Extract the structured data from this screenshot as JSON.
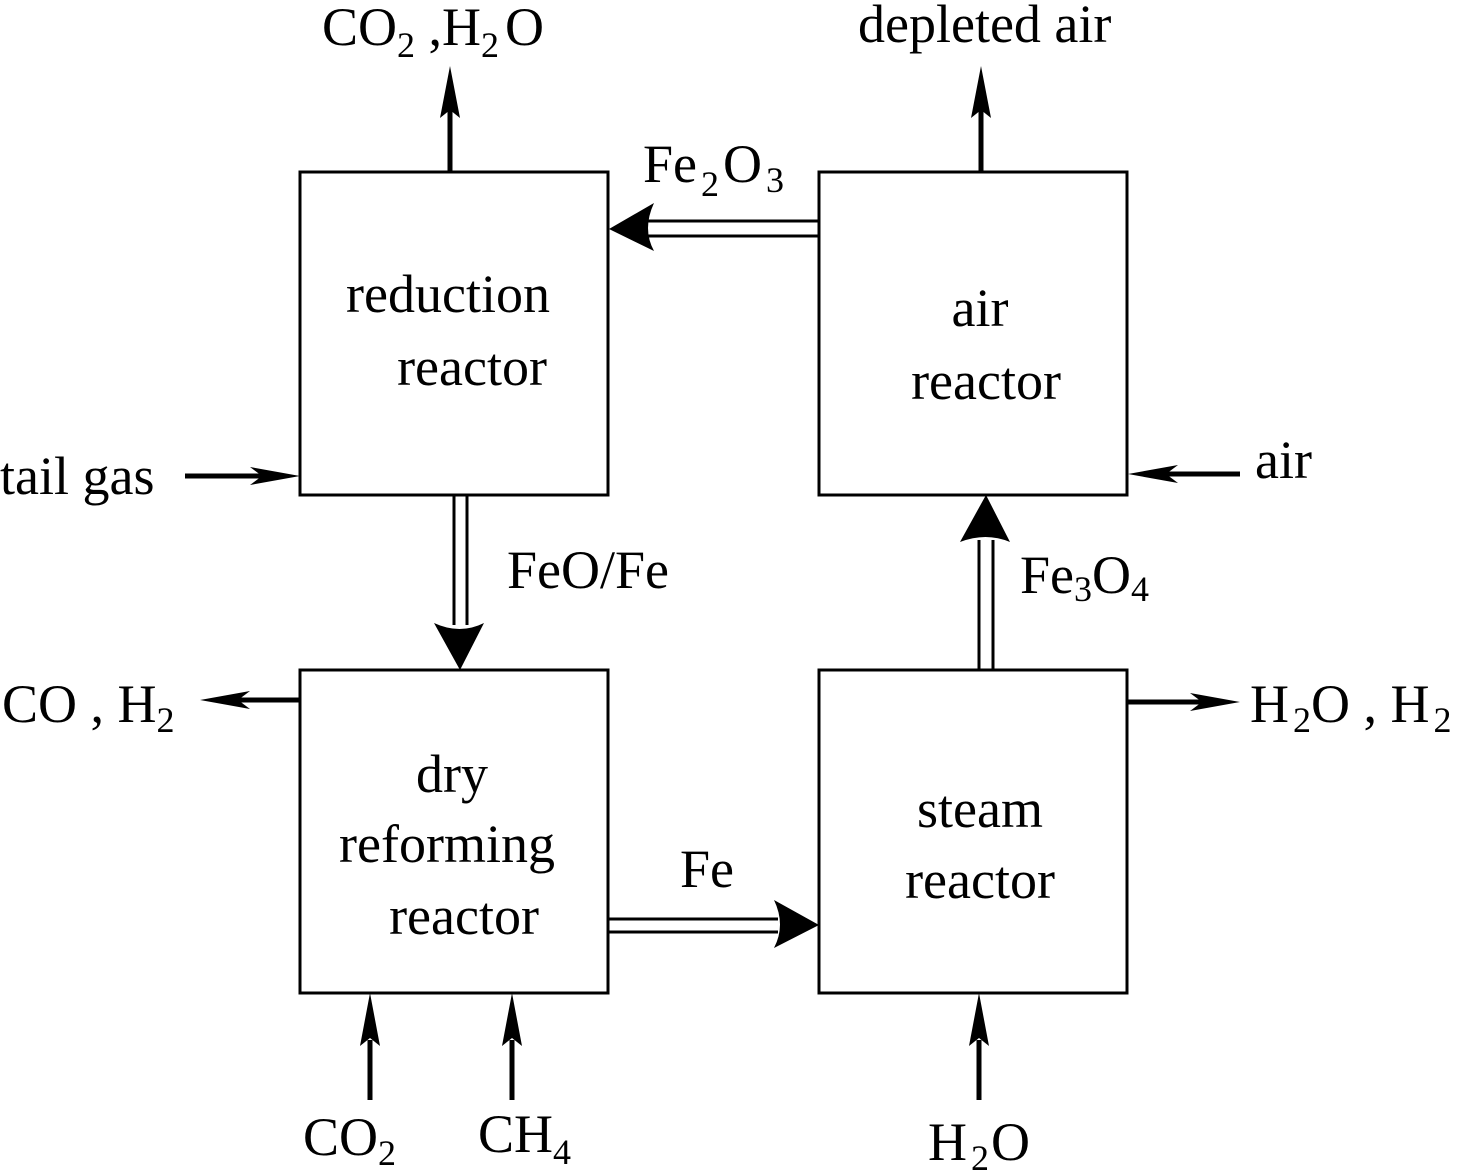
{
  "diagram": {
    "type": "process-flow",
    "reactors": {
      "reduction": {
        "lines": [
          "reduction",
          "reactor"
        ]
      },
      "air": {
        "lines": [
          "air",
          "reactor"
        ]
      },
      "dry_reforming": {
        "lines": [
          "dry",
          "reforming",
          "reactor"
        ]
      },
      "steam": {
        "lines": [
          "steam",
          "reactor"
        ]
      }
    },
    "streams": {
      "reduction_out": {
        "main1": "CO",
        "sub1": "2",
        "sep": " ,",
        "main2": "H",
        "sub2": "2",
        "main3": "O"
      },
      "air_out": {
        "text": "depleted air"
      },
      "air_to_reduction": {
        "main1": "Fe",
        "sub1": "2",
        "main2": "O",
        "sub2": "3"
      },
      "tail_gas_in": {
        "text": "tail gas"
      },
      "air_in": {
        "text": "air"
      },
      "reduction_to_dry": {
        "text": "FeO/Fe"
      },
      "steam_to_air": {
        "main1": "Fe",
        "sub1": "3",
        "main2": "O",
        "sub2": "4"
      },
      "dry_out": {
        "main1": "CO , H",
        "sub1": "2"
      },
      "steam_out": {
        "main1": "H",
        "sub1": "2",
        "main2": "O , H",
        "sub2": "2"
      },
      "dry_to_steam": {
        "text": "Fe"
      },
      "co2_in": {
        "main1": "CO",
        "sub1": "2"
      },
      "ch4_in": {
        "main1": "CH",
        "sub1": "4"
      },
      "h2o_in": {
        "main1": "H",
        "sub1": "2",
        "main2": "O"
      }
    }
  }
}
